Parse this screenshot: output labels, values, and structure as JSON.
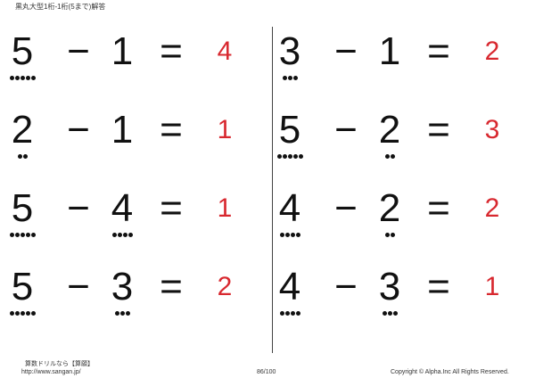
{
  "header": {
    "title": "黒丸大型1桁-1桁(5まで)解答"
  },
  "problems": [
    {
      "a": "5",
      "op": "−",
      "b": "1",
      "eq": "=",
      "ans": "4",
      "a_dots": 5,
      "b_dots": 0
    },
    {
      "a": "2",
      "op": "−",
      "b": "1",
      "eq": "=",
      "ans": "1",
      "a_dots": 2,
      "b_dots": 0
    },
    {
      "a": "5",
      "op": "−",
      "b": "4",
      "eq": "=",
      "ans": "1",
      "a_dots": 5,
      "b_dots": 4
    },
    {
      "a": "5",
      "op": "−",
      "b": "3",
      "eq": "=",
      "ans": "2",
      "a_dots": 5,
      "b_dots": 3
    },
    {
      "a": "3",
      "op": "−",
      "b": "1",
      "eq": "=",
      "ans": "2",
      "a_dots": 3,
      "b_dots": 0
    },
    {
      "a": "5",
      "op": "−",
      "b": "2",
      "eq": "=",
      "ans": "3",
      "a_dots": 5,
      "b_dots": 2
    },
    {
      "a": "4",
      "op": "−",
      "b": "2",
      "eq": "=",
      "ans": "2",
      "a_dots": 4,
      "b_dots": 2
    },
    {
      "a": "4",
      "op": "−",
      "b": "3",
      "eq": "=",
      "ans": "1",
      "a_dots": 4,
      "b_dots": 3
    }
  ],
  "footer": {
    "brand": "算数ドリルなら【算願】",
    "url": "http://www.sangan.jp/",
    "page": "86/100",
    "copyright": "Copyright © Alpha.Inc All Rights Reserved."
  },
  "colors": {
    "answer": "#d8282f",
    "ink": "#111111"
  }
}
